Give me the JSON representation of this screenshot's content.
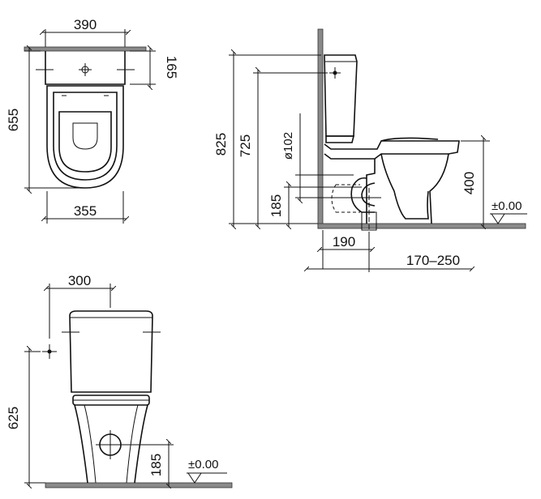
{
  "top_view": {
    "width_top": "390",
    "tank_depth": "165",
    "total_length": "655",
    "bowl_width": "355"
  },
  "side_view": {
    "tank_height": "825",
    "inlet_height": "725",
    "outlet_diameter": "ø102",
    "outlet_height": "185",
    "seat_height": "400",
    "floor_level": "±0.00",
    "wall_offset": "190",
    "outlet_range": "170–250"
  },
  "front_view": {
    "inlet_offset": "300",
    "inlet_height": "625",
    "outlet_height": "185",
    "floor_level": "±0.00"
  }
}
